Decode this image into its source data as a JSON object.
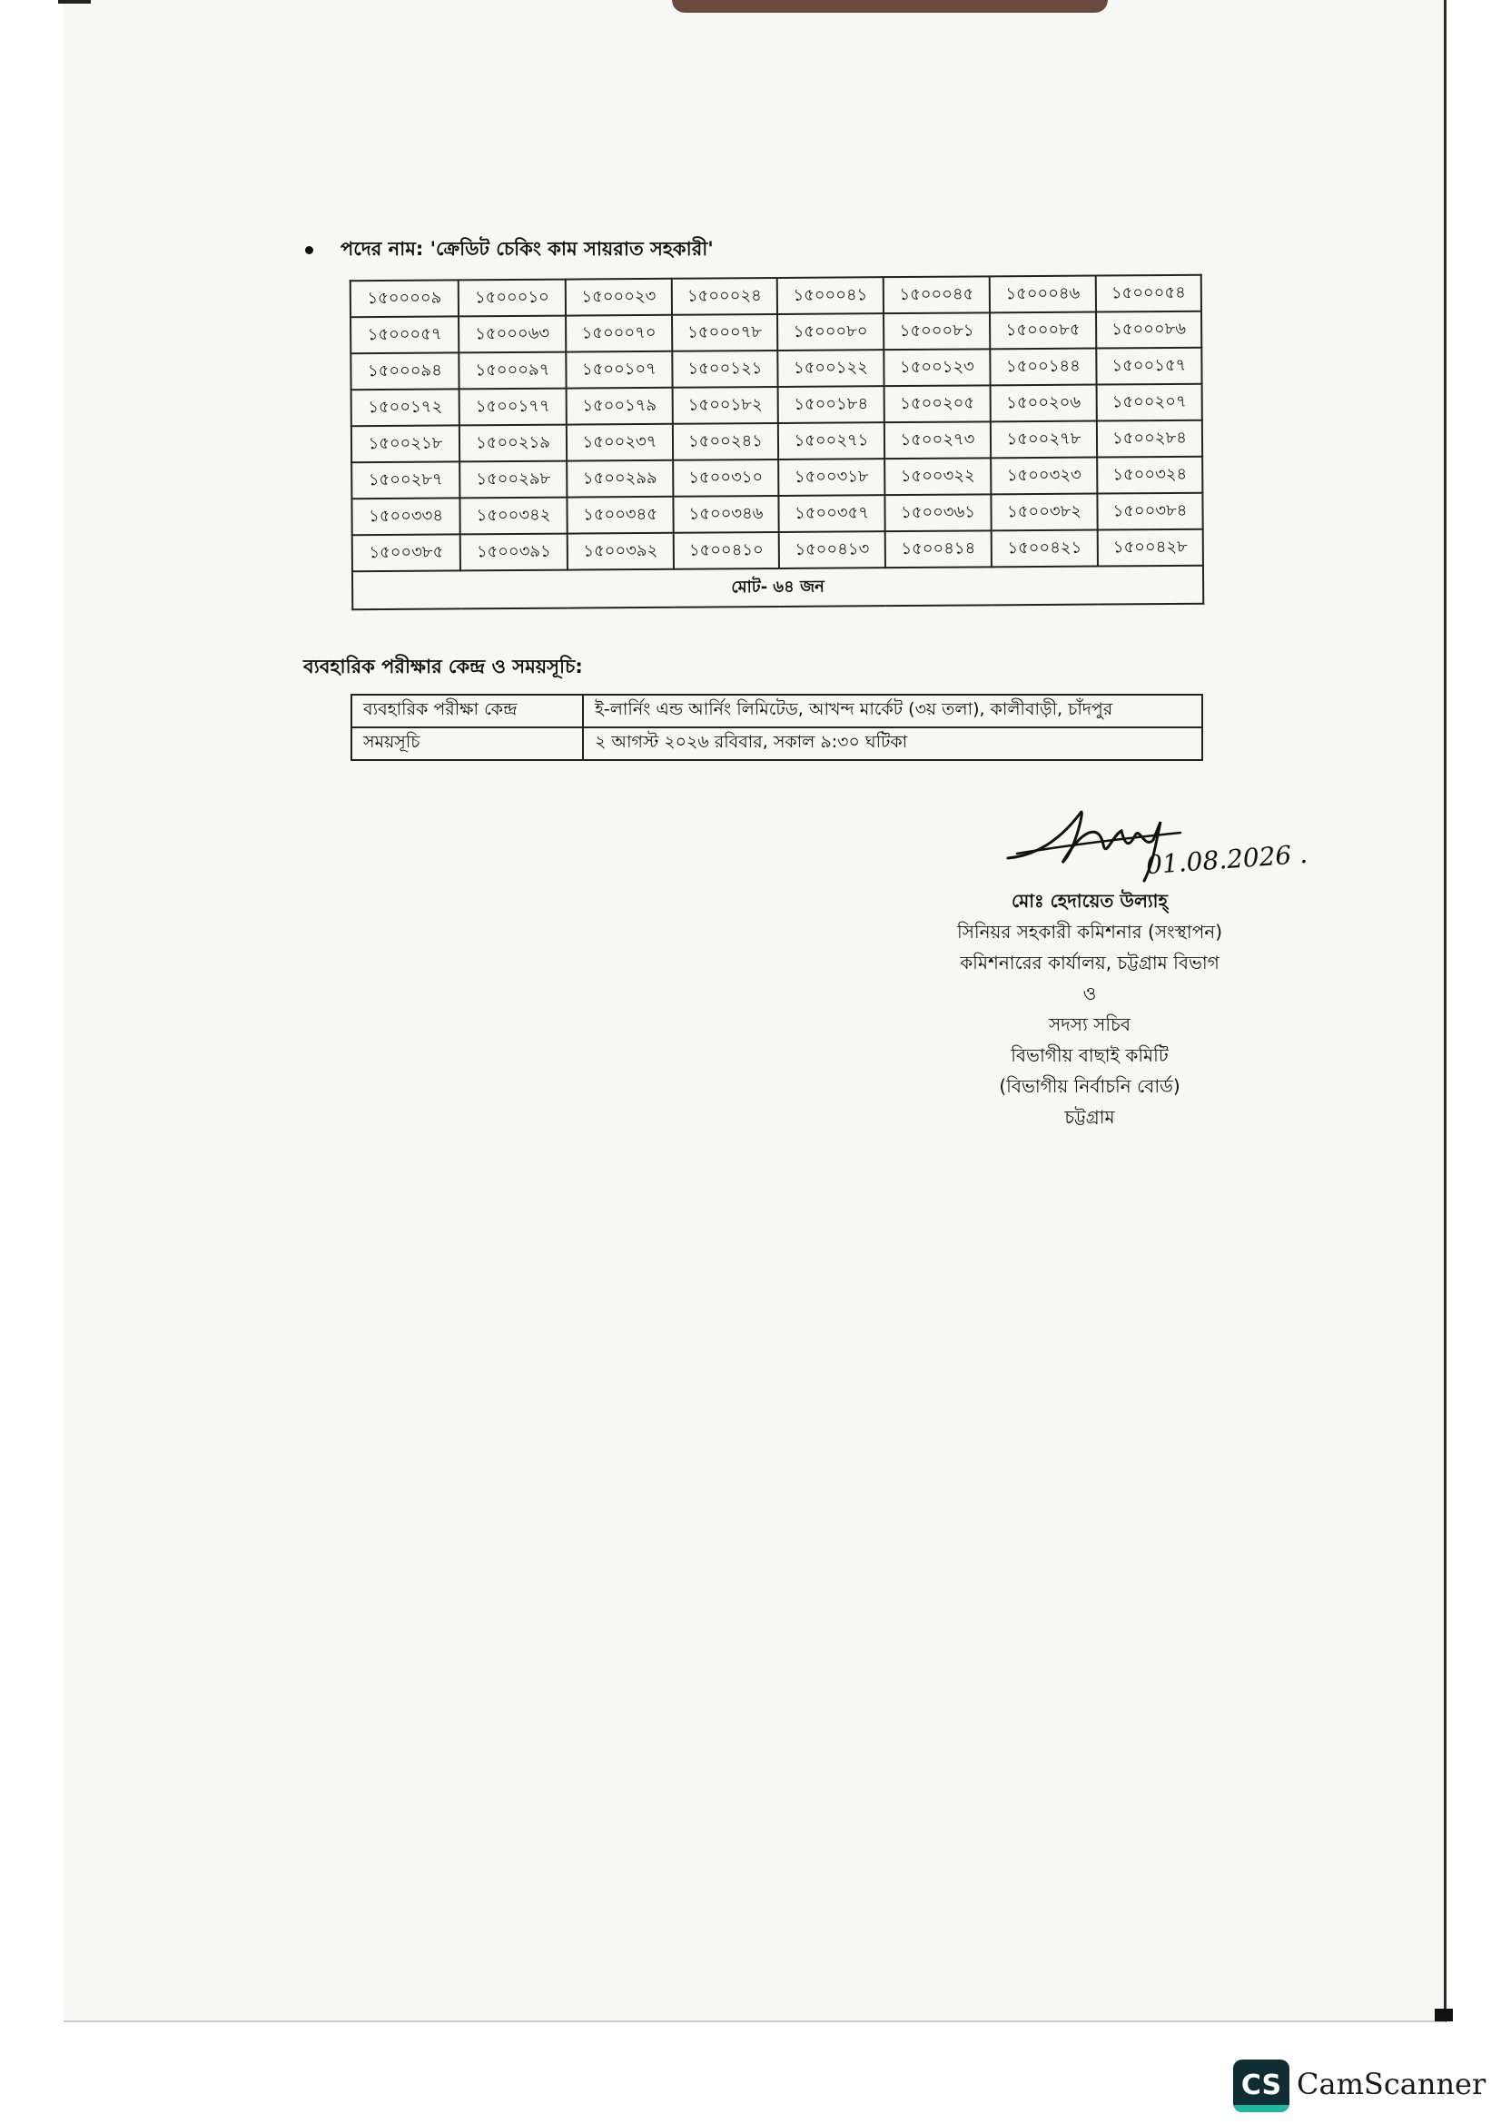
{
  "post": {
    "bullet": "•",
    "title": "পদের নাম: 'ক্রেডিট চেকিং কাম সায়রাত সহকারী'"
  },
  "roll_table": {
    "rows": [
      [
        "১৫০০০০৯",
        "১৫০০০১০",
        "১৫০০০২৩",
        "১৫০০০২৪",
        "১৫০০০৪১",
        "১৫০০০৪৫",
        "১৫০০০৪৬",
        "১৫০০০৫৪"
      ],
      [
        "১৫০০০৫৭",
        "১৫০০০৬৩",
        "১৫০০০৭০",
        "১৫০০০৭৮",
        "১৫০০০৮০",
        "১৫০০০৮১",
        "১৫০০০৮৫",
        "১৫০০০৮৬"
      ],
      [
        "১৫০০০৯৪",
        "১৫০০০৯৭",
        "১৫০০১০৭",
        "১৫০০১২১",
        "১৫০০১২২",
        "১৫০০১২৩",
        "১৫০০১৪৪",
        "১৫০০১৫৭"
      ],
      [
        "১৫০০১৭২",
        "১৫০০১৭৭",
        "১৫০০১৭৯",
        "১৫০০১৮২",
        "১৫০০১৮৪",
        "১৫০০২০৫",
        "১৫০০২০৬",
        "১৫০০২০৭"
      ],
      [
        "১৫০০২১৮",
        "১৫০০২১৯",
        "১৫০০২৩৭",
        "১৫০০২৪১",
        "১৫০০২৭১",
        "১৫০০২৭৩",
        "১৫০০২৭৮",
        "১৫০০২৮৪"
      ],
      [
        "১৫০০২৮৭",
        "১৫০০২৯৮",
        "১৫০০২৯৯",
        "১৫০০৩১০",
        "১৫০০৩১৮",
        "১৫০০৩২২",
        "১৫০০৩২৩",
        "১৫০০৩২৪"
      ],
      [
        "১৫০০৩৩৪",
        "১৫০০৩৪২",
        "১৫০০৩৪৫",
        "১৫০০৩৪৬",
        "১৫০০৩৫৭",
        "১৫০০৩৬১",
        "১৫০০৩৮২",
        "১৫০০৩৮৪"
      ],
      [
        "১৫০০৩৮৫",
        "১৫০০৩৯১",
        "১৫০০৩৯২",
        "১৫০০৪১০",
        "১৫০০৪১৩",
        "১৫০০৪১৪",
        "১৫০০৪২১",
        "১৫০০৪২৮"
      ]
    ],
    "total": "মোট- ৬৪ জন"
  },
  "schedule": {
    "heading": "ব্যবহারিক পরীক্ষার কেন্দ্র ও সময়সূচি:",
    "rows": [
      {
        "label": "ব্যবহারিক পরীক্ষা কেন্দ্র",
        "value": "ই-লার্নিং এন্ড আর্নিং লিমিটেড, আখন্দ মার্কেট (৩য় তলা), কালীবাড়ী, চাঁদপুর"
      },
      {
        "label": "সময়সূচি",
        "value": "২ আগস্ট ২০২৬ রবিবার, সকাল ৯:৩০ ঘটিকা"
      }
    ]
  },
  "signature": {
    "date": "01.08.2026 .",
    "name": "মোঃ হেদায়েত উল্যাহ্",
    "line1": "সিনিয়র সহকারী কমিশনার (সংস্থাপন)",
    "line2": "কমিশনারের কার্যালয়, চট্টগ্রাম বিভাগ",
    "line3": "ও",
    "line4": "সদস্য সচিব",
    "line5": "বিভাগীয় বাছাই কমিটি",
    "line6": "(বিভাগীয় নির্বাচনি বোর্ড)",
    "line7": "চট্টগ্রাম"
  },
  "watermark": {
    "logo": "CS",
    "text": "CamScanner"
  }
}
